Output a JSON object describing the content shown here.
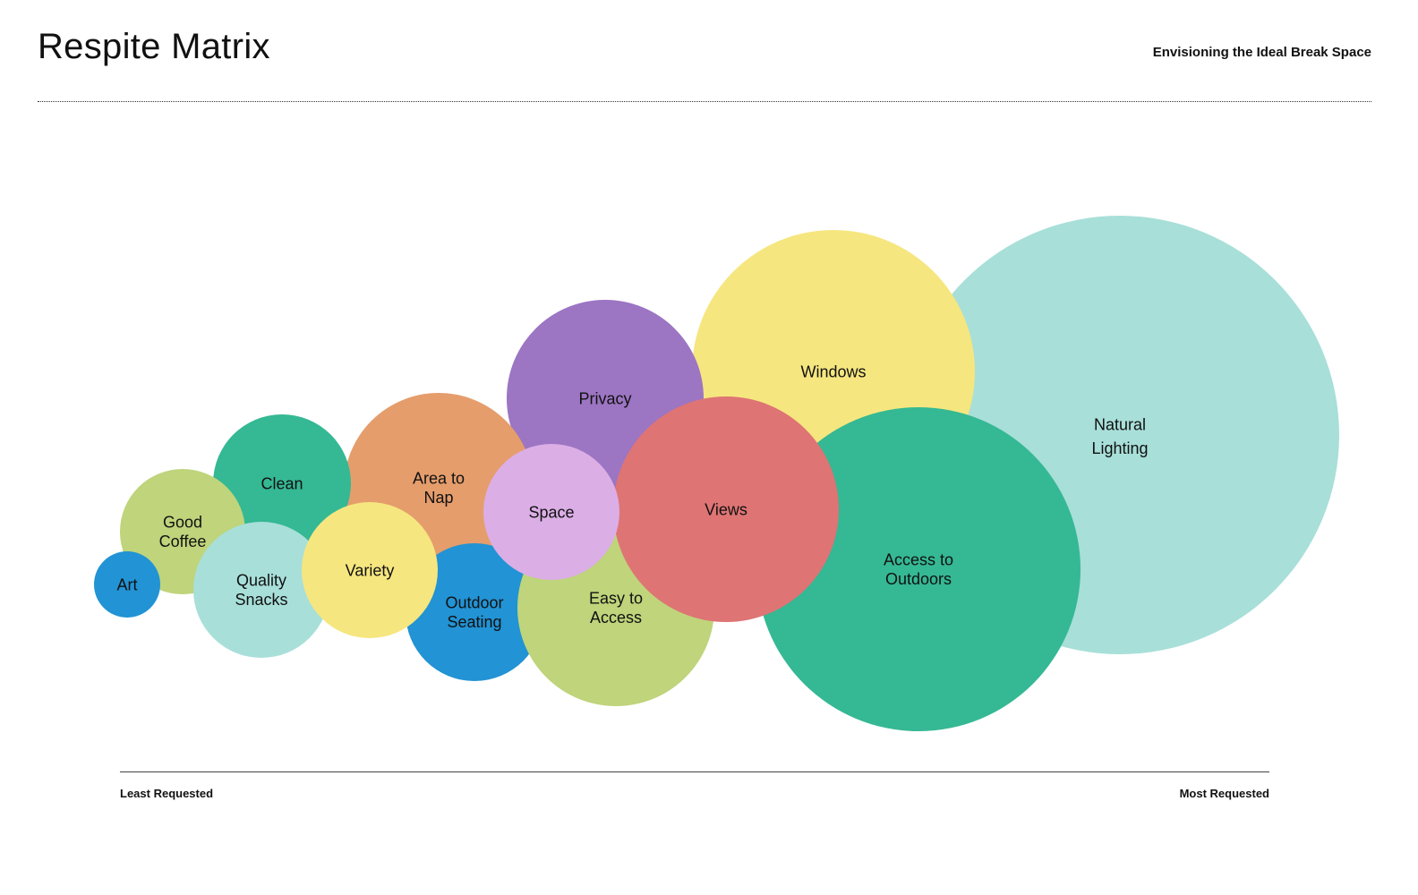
{
  "header": {
    "title": "Respite Matrix",
    "subtitle": "Envisioning the Ideal Break Space"
  },
  "chart_data": {
    "type": "bubble",
    "x_axis": {
      "min_label": "Least Requested",
      "max_label": "Most Requested"
    },
    "bubbles": [
      {
        "label": [
          "Natural",
          "Lighting"
        ],
        "color": "#a8dfd9"
      },
      {
        "label": [
          "Windows"
        ],
        "color": "#f6e67f"
      },
      {
        "label": [
          "Access to",
          "Outdoors"
        ],
        "color": "#35b894"
      },
      {
        "label": [
          "Privacy"
        ],
        "color": "#9c75c3"
      },
      {
        "label": [
          "Area to",
          "Nap"
        ],
        "color": "#e59d6c"
      },
      {
        "label": [
          "Clean"
        ],
        "color": "#35b894"
      },
      {
        "label": [
          "Good",
          "Coffee"
        ],
        "color": "#bfd47b"
      },
      {
        "label": [
          "Quality",
          "Snacks"
        ],
        "color": "#a8dfd9"
      },
      {
        "label": [
          "Outdoor",
          "Seating"
        ],
        "color": "#2293d4"
      },
      {
        "label": [
          "Variety"
        ],
        "color": "#f6e67f"
      },
      {
        "label": [
          "Easy to",
          "Access"
        ],
        "color": "#bfd47b"
      },
      {
        "label": [
          "Views"
        ],
        "color": "#de7474"
      },
      {
        "label": [
          "Space"
        ],
        "color": "#dbaee6"
      },
      {
        "label": [
          "Art"
        ],
        "color": "#2293d4"
      }
    ]
  }
}
